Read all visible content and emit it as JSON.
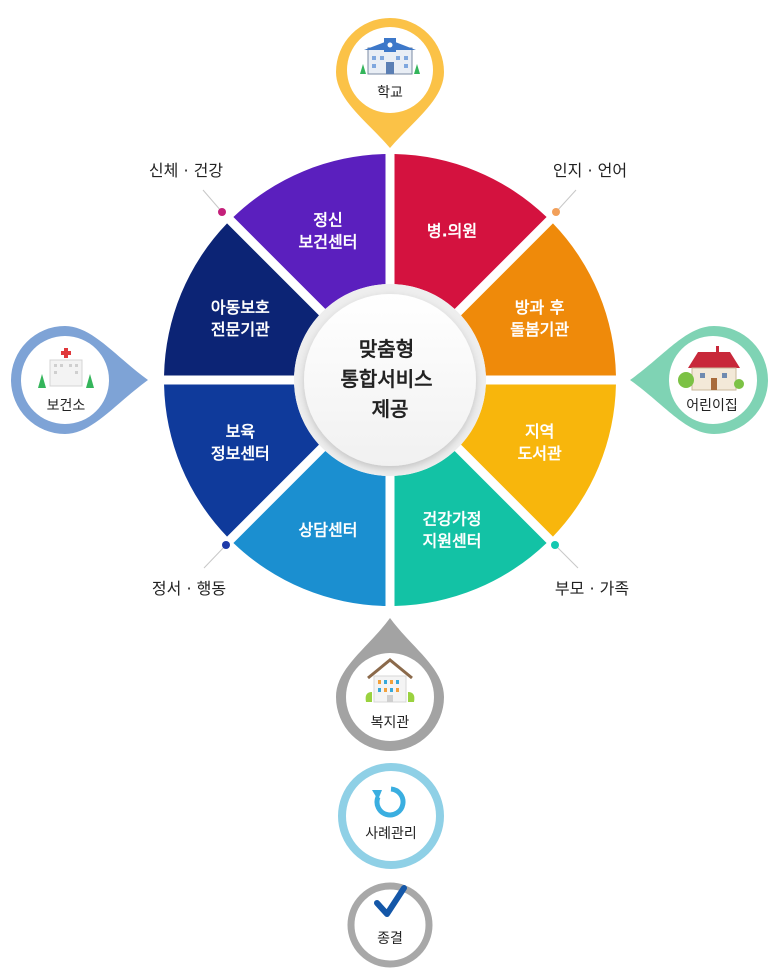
{
  "center": {
    "lines": [
      "맞춤형",
      "통합서비스",
      "제공"
    ]
  },
  "segments": [
    {
      "lines": [
        "병.의원"
      ],
      "color": "#d4123f"
    },
    {
      "lines": [
        "방과 후",
        "돌봄기관"
      ],
      "color": "#ef8a0a"
    },
    {
      "lines": [
        "지역",
        "도서관"
      ],
      "color": "#f8b60c"
    },
    {
      "lines": [
        "건강가정",
        "지원센터"
      ],
      "color": "#13c2a5"
    },
    {
      "lines": [
        "상담센터"
      ],
      "color": "#1b8fd0"
    },
    {
      "lines": [
        "보육",
        "정보센터"
      ],
      "color": "#0f3a9b"
    },
    {
      "lines": [
        "아동보호",
        "전문기관"
      ],
      "color": "#0c2475"
    },
    {
      "lines": [
        "정신",
        "보건센터"
      ],
      "color": "#5b1fbe"
    }
  ],
  "categories": [
    {
      "label": "신체 · 건강",
      "color": "#c4207a"
    },
    {
      "label": "인지 · 언어",
      "color": "#f2a05a"
    },
    {
      "label": "부모 · 가족",
      "color": "#13c8b0"
    },
    {
      "label": "정서 · 행동",
      "color": "#1d3aa8"
    }
  ],
  "pins": {
    "school": {
      "label": "학교",
      "color": "#fbc247",
      "icon": "school-icon"
    },
    "health": {
      "label": "보건소",
      "color": "#7ea3d6",
      "icon": "hospital-icon"
    },
    "daycare": {
      "label": "어린이집",
      "color": "#7fd3b4",
      "icon": "house-icon"
    },
    "welfare": {
      "label": "복지관",
      "color": "#a3a3a3",
      "icon": "building-icon"
    }
  },
  "steps": [
    {
      "label": "사례관리",
      "color": "#8fd0e6",
      "icon": "refresh-icon"
    },
    {
      "label": "종결",
      "color": "#a8a8a8",
      "icon": "check-icon"
    }
  ]
}
